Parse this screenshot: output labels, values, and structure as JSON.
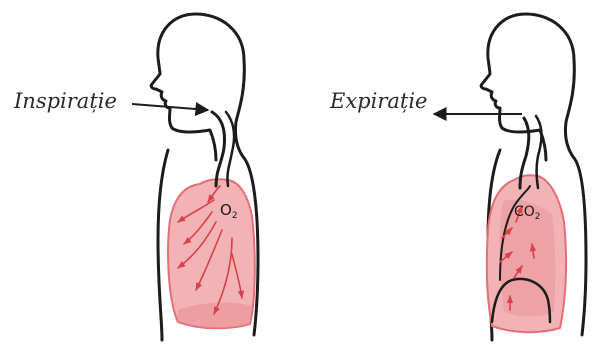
{
  "panels": {
    "inspiration": {
      "label": "Inspirație",
      "gas": "O",
      "gas_sub": "2"
    },
    "expiration": {
      "label": "Expirație",
      "gas": "CO",
      "gas_sub": "2"
    }
  },
  "colors": {
    "outline": "#1c1c1c",
    "lung_fill": "#f3b3b5",
    "lung_edge": "#e26f76",
    "lung_shade": "#e98f95",
    "arrow_red": "#d9404a"
  }
}
